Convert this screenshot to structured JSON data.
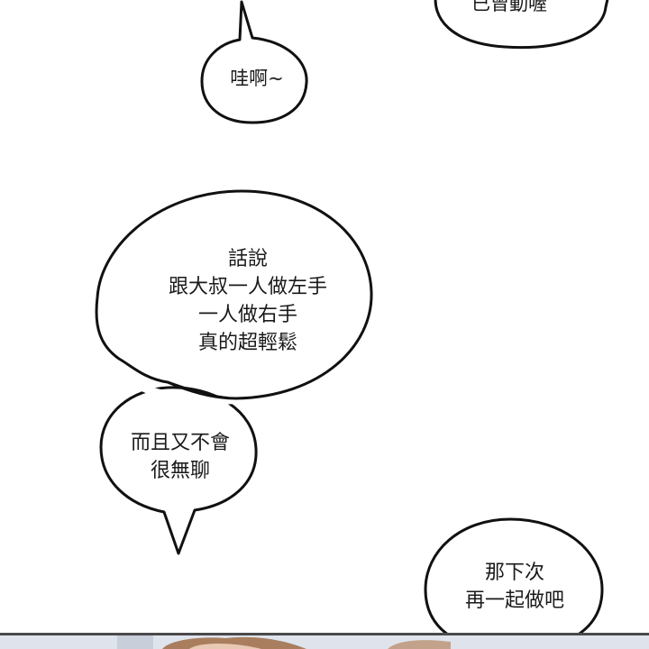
{
  "bubbles": {
    "top_right": {
      "text": "已曾動喔"
    },
    "wow": {
      "text": "哇啊~"
    },
    "main": {
      "lines": [
        "話說",
        "跟大叔一人做左手",
        "一人做右手",
        "真的超輕鬆"
      ]
    },
    "boring": {
      "lines": [
        "而且又不會",
        "很無聊"
      ]
    },
    "next": {
      "lines": [
        "那下次",
        "再一起做吧"
      ]
    }
  },
  "colors": {
    "background": "#ffffff",
    "bubble_fill": "#ffffff",
    "bubble_stroke": "#111111",
    "text": "#1a1a1a",
    "art_sky": "#dfe4ec",
    "art_hair": "#a97e5f",
    "art_skin": "#e8c9b3"
  }
}
